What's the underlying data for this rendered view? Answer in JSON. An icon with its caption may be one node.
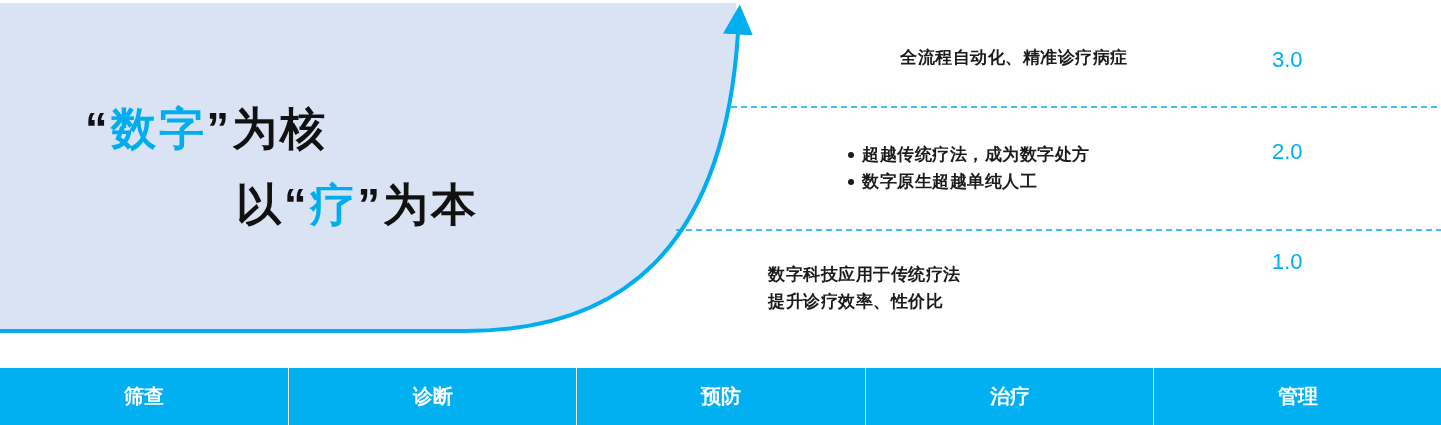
{
  "diagram": {
    "nodes": [
      {
        "text": [
          "筛查"
        ]
      },
      {
        "text": [
          "诊断"
        ]
      },
      {
        "text": [
          "预防"
        ]
      },
      {
        "text": [
          "治疗"
        ]
      },
      {
        "text": [
          "管理"
        ]
      }
    ],
    "labels": [
      "“**数字**”为核",
      "以“**疗**”为本",
      "全流程自动化、精准诊疗病症",
      "3.0",
      "超越传统疗法，成为数字处方",
      "数字原生超越单纯人工",
      "2.0",
      "数字科技应用于传统疗法",
      "提升诊疗效率、性价比",
      "1.0"
    ]
  }
}
